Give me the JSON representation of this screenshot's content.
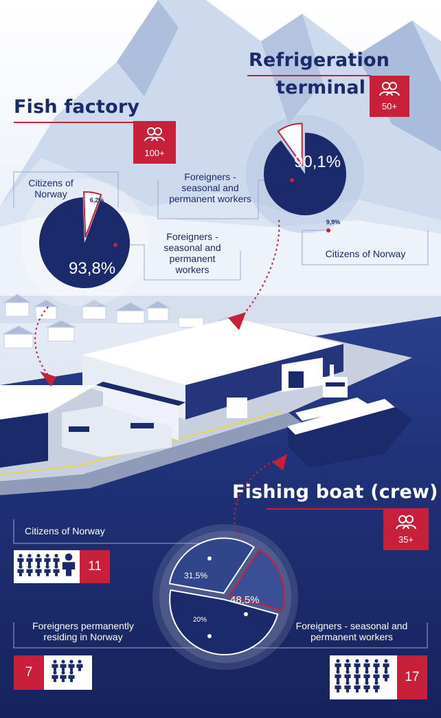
{
  "fish_factory": {
    "title": "Fish factory",
    "badge": "100+",
    "badge_icon": "people-icon",
    "label_citizens": "Citizens of Norway",
    "label_foreigners": "Foreigners - seasonal and permanent workers",
    "pct_citizens": "6,2%",
    "pct_foreigners": "93,8%"
  },
  "refrigeration_terminal": {
    "title_line1": "Refrigeration",
    "title_line2": "terminal",
    "badge": "50+",
    "badge_icon": "people-icon",
    "label_foreigners": "Foreigners - seasonal and permanent workers",
    "label_citizens": "Citizens of Norway",
    "pct_foreigners": "90,1%",
    "pct_citizens": "9,9%"
  },
  "fishing_boat": {
    "title": "Fishing boat (crew)",
    "badge": "35+",
    "badge_icon": "people-icon",
    "label_citizens": "Citizens of Norway",
    "label_permanent_residents": "Foreigners permanently residing in Norway",
    "label_foreigners": "Foreigners - seasonal and permanent workers",
    "pct_citizens": "31,5%",
    "pct_permanent_residents": "20%",
    "pct_foreigners": "48,5%",
    "count_citizens": "11",
    "count_permanent_residents": "7",
    "count_foreigners": "17",
    "person_icon": "person-icon"
  },
  "chart_data": [
    {
      "type": "pie",
      "title": "Fish factory",
      "categories": [
        "Citizens of Norway",
        "Foreigners - seasonal and permanent workers"
      ],
      "values": [
        6.2,
        93.8
      ],
      "colors": [
        "#c8203b",
        "#1b2a6b"
      ]
    },
    {
      "type": "pie",
      "title": "Refrigeration terminal",
      "categories": [
        "Foreigners - seasonal and permanent workers",
        "Citizens of Norway"
      ],
      "values": [
        90.1,
        9.9
      ],
      "colors": [
        "#1b2a6b",
        "#c8203b"
      ]
    },
    {
      "type": "pie",
      "title": "Fishing boat (crew)",
      "categories": [
        "Citizens of Norway",
        "Foreigners permanently residing in Norway",
        "Foreigners - seasonal and permanent workers"
      ],
      "values": [
        31.5,
        20,
        48.5
      ],
      "counts": [
        11,
        7,
        17
      ],
      "colors": [
        "#2f4486",
        "#c8203b",
        "#1b2a6b"
      ]
    }
  ]
}
